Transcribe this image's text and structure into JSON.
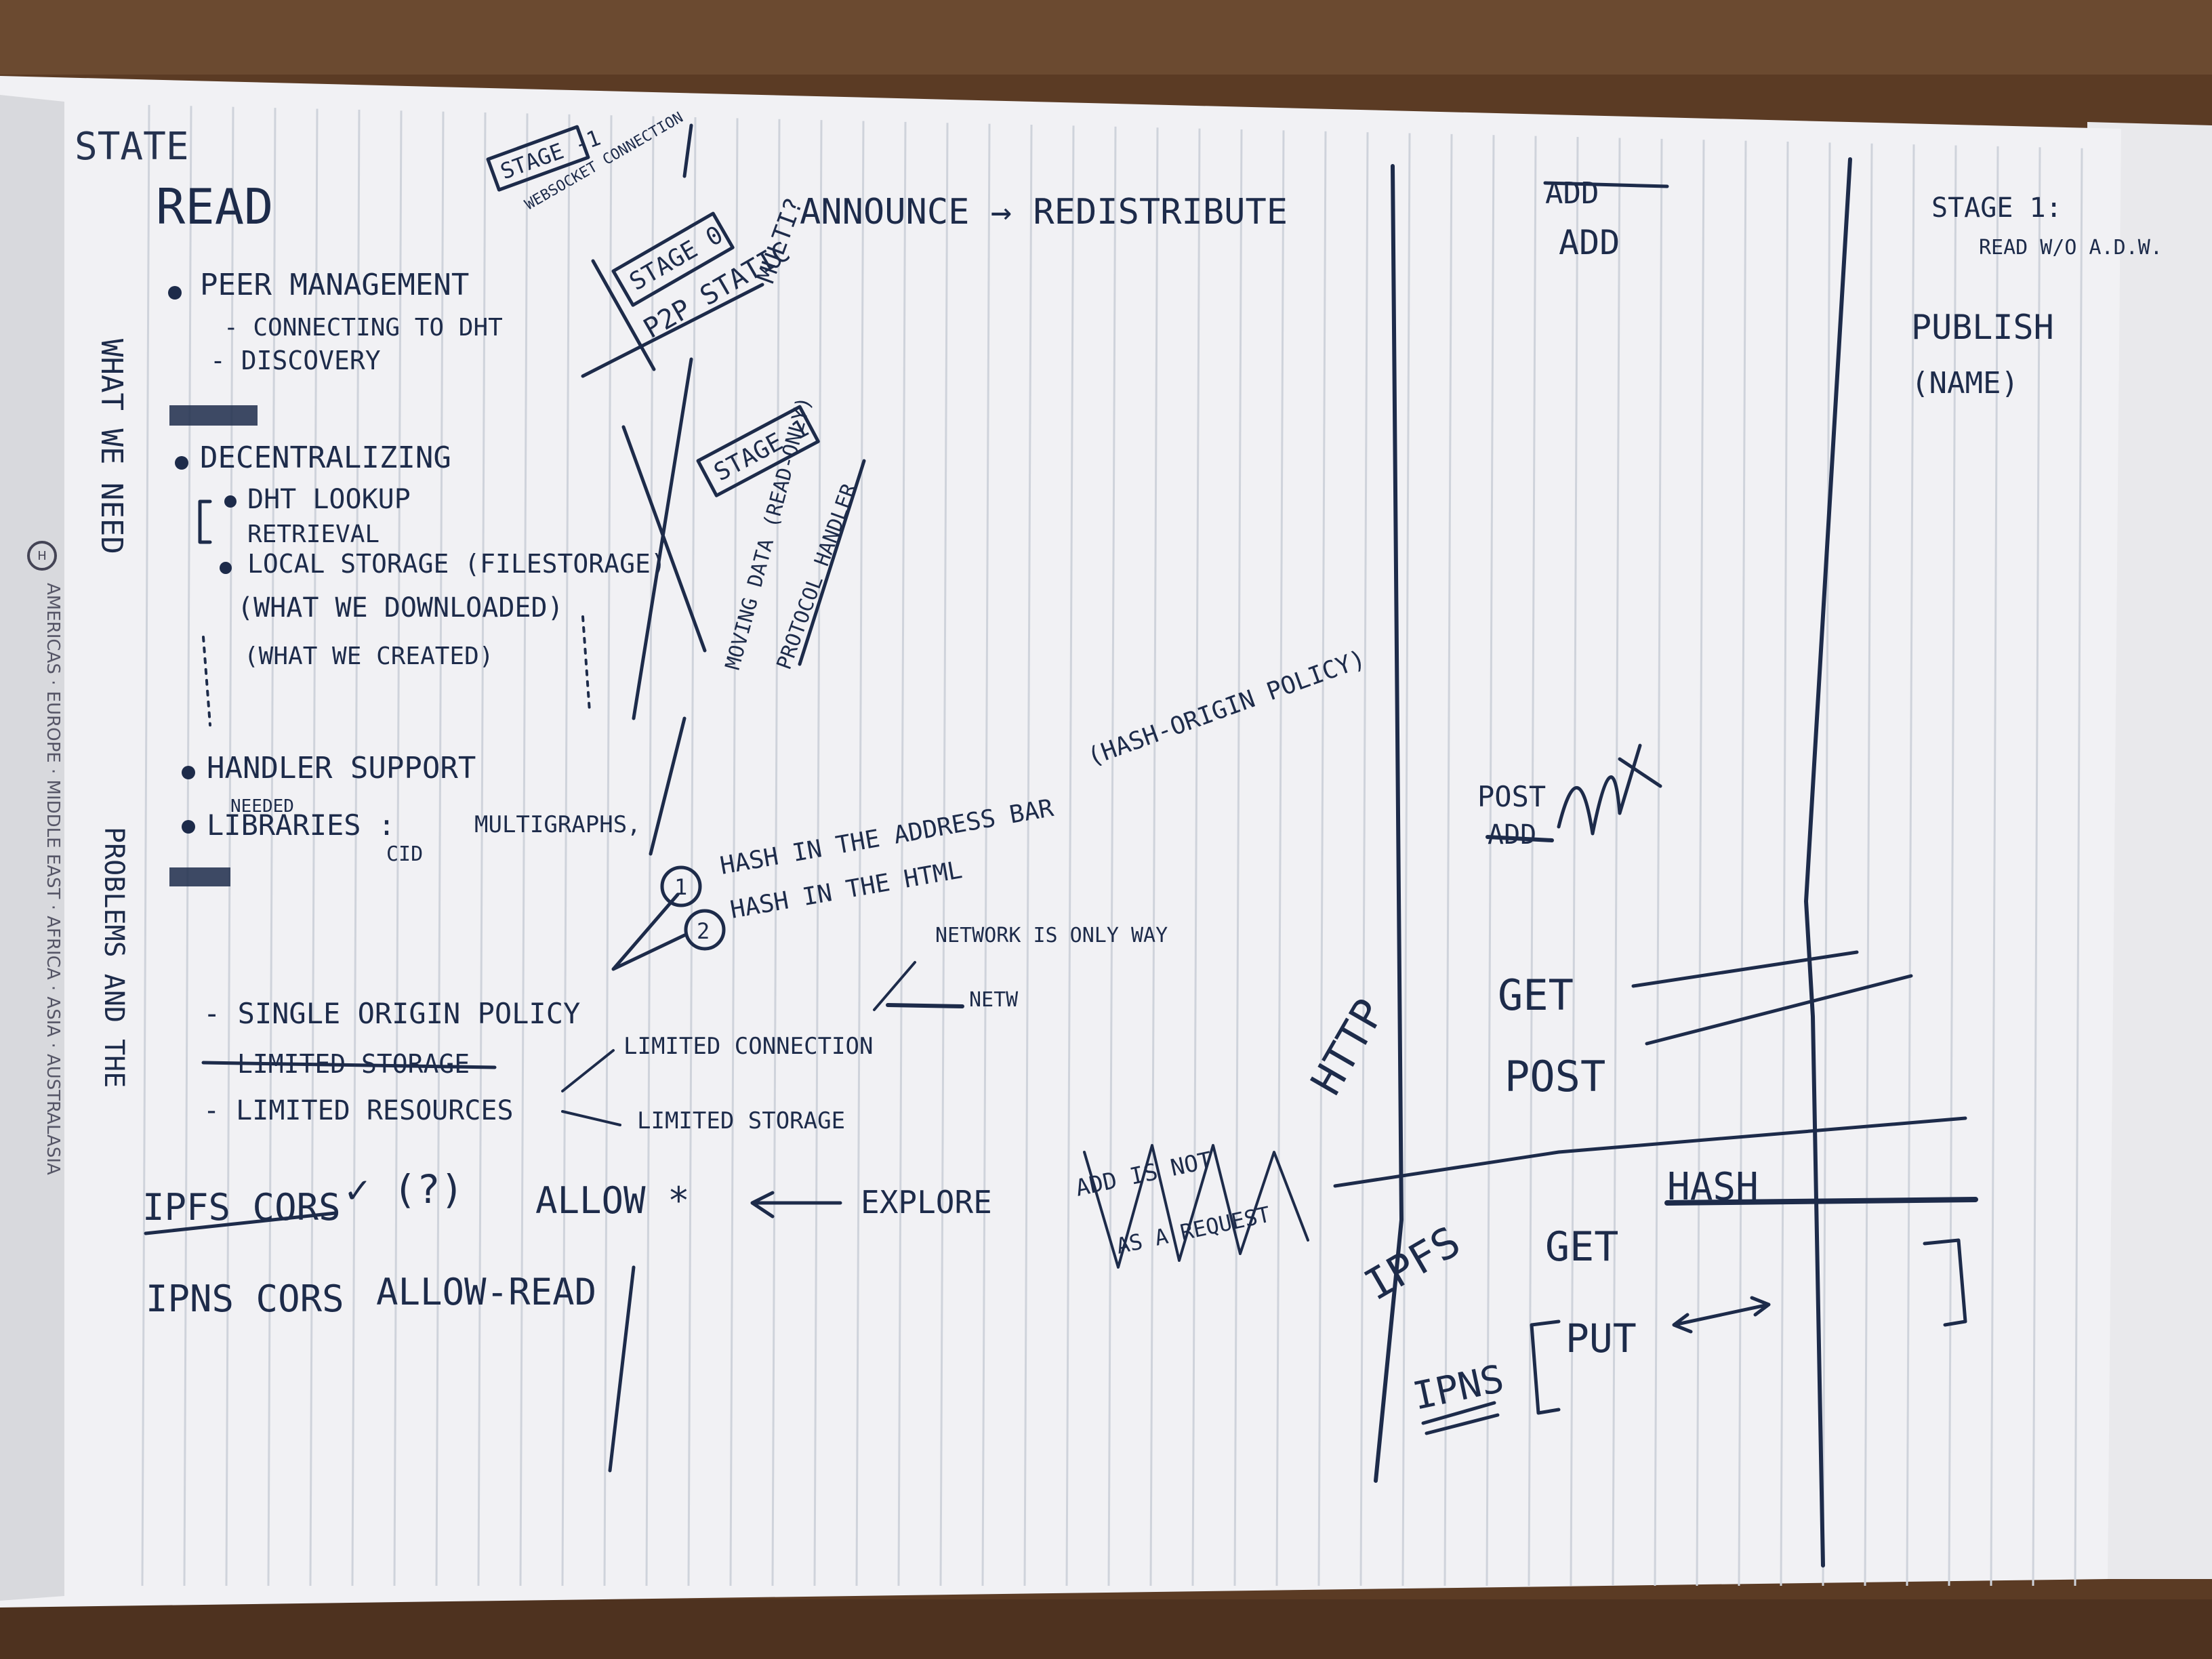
{
  "colors": {
    "desk": "#5a3a24",
    "paper": "#f3f3f5",
    "rule_line": "#c9cdd6",
    "ink": "#1d2b4a"
  },
  "notes": {
    "state": "STATE",
    "read": "READ",
    "peer_management": "PEER MANAGEMENT",
    "connecting": "- CONNECTING TO DHT",
    "discovery": "- DISCOVERY",
    "decentralization": "DECENTRALIZING",
    "dht_lookup": "DHT LOOKUP",
    "retrieval": "RETRIEVAL",
    "local_storage": "LOCAL STORAGE (FILESTORAGE)",
    "what_downloaded": "(WHAT WE DOWNLOADED)",
    "what_created": "(WHAT WE CREATED)",
    "handler_support": "HANDLER SUPPORT",
    "needed": "NEEDED",
    "libraries": "LIBRARIES :",
    "libraries_list": "MULTIGRAPHS,",
    "cid": "CID",
    "single_origin": "- SINGLE ORIGIN POLICY",
    "limited_storage_struck": "LIMITED STORAGE",
    "limited_resources": "- LIMITED RESOURCES",
    "limited_connection": "LIMITED CONNECTION",
    "limited_storage": "LIMITED STORAGE",
    "network_only": "NETWORK IS ONLY WAY",
    "netw_struck": "NETW",
    "ipfs_cors": "IPFS CORS",
    "check_q": "✓ (?)",
    "allow_star": "ALLOW *",
    "explore": "EXPLORE",
    "ipns_cors": "IPNS CORS",
    "allow_read": "ALLOW-READ",
    "stage_minus1": "STAGE -1",
    "websocket": "WEBSOCKET CONNECTION",
    "stage_0": "STAGE 0",
    "p2p_static": "P2P STATIC",
    "multi": "MULTI?",
    "announce": "ANNOUNCE → REDISTRIBUTE",
    "stage_1": "STAGE 1",
    "moving_data": "MOVING DATA (READ-ONLY)",
    "protocol_handler": "PROTOCOL HANDLER",
    "hash_address_bar": "HASH IN THE ADDRESS BAR",
    "hash_origin_policy": "(HASH-ORIGIN POLICY)",
    "hash_html": "HASH IN THE HTML",
    "num_1": "1",
    "num_2": "2",
    "add_col_header": "ADD",
    "post": "POST",
    "add": "ADD",
    "http": "HTTP",
    "get": "GET",
    "post2": "POST",
    "add_is_not": "ADD IS NOT",
    "as_a_request": "AS A REQUEST",
    "ipfs": "IPFS",
    "get2": "GET",
    "hash": "HASH",
    "ipns": "IPNS",
    "put": "PUT",
    "stage1_right": "STAGE 1:",
    "read_wo": "READ W/O A.D.W.",
    "publish": "PUBLISH",
    "name": "(NAME)",
    "side_left": "WHAT WE NEED",
    "side_right": "PROBLEMS AND THE",
    "pad_brand": "AMERICAS · EUROPE · MIDDLE EAST · AFRICA · ASIA · AUSTRALASIA"
  }
}
